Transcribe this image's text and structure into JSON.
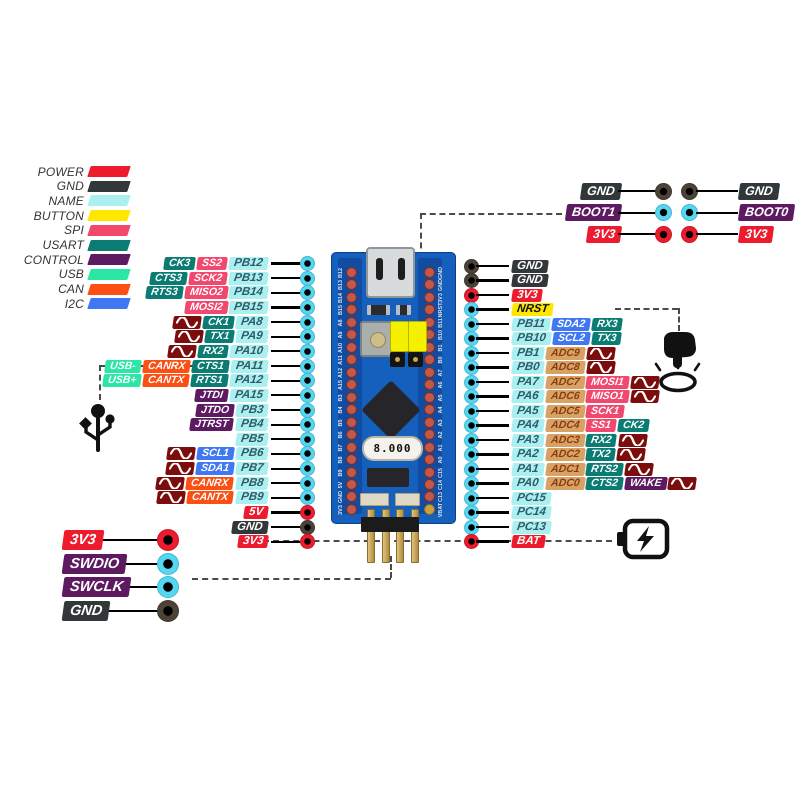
{
  "colors": {
    "power": "#ec1b2e",
    "gnd": "#32383a",
    "name": "#abf0f1",
    "button": "#ffe700",
    "spi": "#f2486d",
    "usart": "#0b7c73",
    "control": "#5d1a61",
    "usb": "#2ce6a6",
    "can": "#fb4f14",
    "i2c": "#4077f3",
    "adc": "#d9a265",
    "pwm": "#7b0d0d",
    "name_text": "#2f5a68",
    "adc_text": "#8a3c0f",
    "dot_gpio": "#55d7f2",
    "dot_power": "#ec1b2e",
    "dot_gnd": "#4c4238",
    "board": "#1660bd",
    "hole": "#c2584a"
  },
  "legend": {
    "items": [
      {
        "label": "POWER",
        "key": "power"
      },
      {
        "label": "GND",
        "key": "gnd"
      },
      {
        "label": "NAME",
        "key": "name"
      },
      {
        "label": "BUTTON",
        "key": "button"
      },
      {
        "label": "SPI",
        "key": "spi"
      },
      {
        "label": "USART",
        "key": "usart"
      },
      {
        "label": "CONTROL",
        "key": "control"
      },
      {
        "label": "USB",
        "key": "usb"
      },
      {
        "label": "CAN",
        "key": "can"
      },
      {
        "label": "I2C",
        "key": "i2c"
      }
    ]
  },
  "left_pins": [
    {
      "pin": {
        "label": "PB12",
        "key": "name"
      },
      "tags": [
        {
          "label": "CK3",
          "key": "usart"
        },
        {
          "label": "SS2",
          "key": "spi"
        }
      ],
      "dot": "gpio"
    },
    {
      "pin": {
        "label": "PB13",
        "key": "name"
      },
      "tags": [
        {
          "label": "CTS3",
          "key": "usart"
        },
        {
          "label": "SCK2",
          "key": "spi"
        }
      ],
      "dot": "gpio"
    },
    {
      "pin": {
        "label": "PB14",
        "key": "name"
      },
      "tags": [
        {
          "label": "RTS3",
          "key": "usart"
        },
        {
          "label": "MISO2",
          "key": "spi"
        }
      ],
      "dot": "gpio"
    },
    {
      "pin": {
        "label": "PB15",
        "key": "name"
      },
      "tags": [
        {
          "label": "MOSI2",
          "key": "spi"
        }
      ],
      "dot": "gpio"
    },
    {
      "pin": {
        "label": "PA8",
        "key": "name"
      },
      "tags": [
        {
          "type": "pwm"
        },
        {
          "label": "CK1",
          "key": "usart"
        }
      ],
      "dot": "gpio"
    },
    {
      "pin": {
        "label": "PA9",
        "key": "name"
      },
      "tags": [
        {
          "type": "pwm"
        },
        {
          "label": "TX1",
          "key": "usart"
        }
      ],
      "dot": "gpio"
    },
    {
      "pin": {
        "label": "PA10",
        "key": "name"
      },
      "tags": [
        {
          "type": "pwm"
        },
        {
          "label": "RX2",
          "key": "usart"
        }
      ],
      "dot": "gpio"
    },
    {
      "pin": {
        "label": "PA11",
        "key": "name"
      },
      "tags": [
        {
          "label": "USB-",
          "key": "usb"
        },
        {
          "label": "CANRX",
          "key": "can"
        },
        {
          "label": "CTS1",
          "key": "usart"
        }
      ],
      "dot": "gpio"
    },
    {
      "pin": {
        "label": "PA12",
        "key": "name"
      },
      "tags": [
        {
          "label": "USB+",
          "key": "usb"
        },
        {
          "label": "CANTX",
          "key": "can"
        },
        {
          "label": "RTS1",
          "key": "usart"
        }
      ],
      "dot": "gpio"
    },
    {
      "pin": {
        "label": "PA15",
        "key": "name"
      },
      "tags": [
        {
          "label": "JTDI",
          "key": "control"
        }
      ],
      "dot": "gpio"
    },
    {
      "pin": {
        "label": "PB3",
        "key": "name"
      },
      "tags": [
        {
          "label": "JTDO",
          "key": "control"
        }
      ],
      "dot": "gpio"
    },
    {
      "pin": {
        "label": "PB4",
        "key": "name"
      },
      "tags": [
        {
          "label": "JTRST",
          "key": "control"
        }
      ],
      "dot": "gpio"
    },
    {
      "pin": {
        "label": "PB5",
        "key": "name"
      },
      "tags": [],
      "dot": "gpio"
    },
    {
      "pin": {
        "label": "PB6",
        "key": "name"
      },
      "tags": [
        {
          "type": "pwm"
        },
        {
          "label": "SCL1",
          "key": "i2c"
        }
      ],
      "dot": "gpio"
    },
    {
      "pin": {
        "label": "PB7",
        "key": "name"
      },
      "tags": [
        {
          "type": "pwm"
        },
        {
          "label": "SDA1",
          "key": "i2c"
        }
      ],
      "dot": "gpio"
    },
    {
      "pin": {
        "label": "PB8",
        "key": "name"
      },
      "tags": [
        {
          "type": "pwm"
        },
        {
          "label": "CANRX",
          "key": "can"
        }
      ],
      "dot": "gpio"
    },
    {
      "pin": {
        "label": "PB9",
        "key": "name"
      },
      "tags": [
        {
          "type": "pwm"
        },
        {
          "label": "CANTX",
          "key": "can"
        }
      ],
      "dot": "gpio"
    },
    {
      "pin": {
        "label": "5V",
        "key": "power"
      },
      "tags": [],
      "dot": "power"
    },
    {
      "pin": {
        "label": "GND",
        "key": "gnd"
      },
      "tags": [],
      "dot": "gnd"
    },
    {
      "pin": {
        "label": "3V3",
        "key": "power"
      },
      "tags": [],
      "dot": "power"
    }
  ],
  "right_pins": [
    {
      "pin": {
        "label": "GND",
        "key": "gnd"
      },
      "tags": [],
      "dot": "gnd"
    },
    {
      "pin": {
        "label": "GND",
        "key": "gnd"
      },
      "tags": [],
      "dot": "gnd"
    },
    {
      "pin": {
        "label": "3V3",
        "key": "power"
      },
      "tags": [],
      "dot": "power"
    },
    {
      "pin": {
        "label": "NRST",
        "key": "button"
      },
      "tags": [],
      "dot": "gpio"
    },
    {
      "pin": {
        "label": "PB11",
        "key": "name"
      },
      "tags": [
        {
          "label": "SDA2",
          "key": "i2c"
        },
        {
          "label": "RX3",
          "key": "usart"
        }
      ],
      "dot": "gpio"
    },
    {
      "pin": {
        "label": "PB10",
        "key": "name"
      },
      "tags": [
        {
          "label": "SCL2",
          "key": "i2c"
        },
        {
          "label": "TX3",
          "key": "usart"
        }
      ],
      "dot": "gpio"
    },
    {
      "pin": {
        "label": "PB1",
        "key": "name"
      },
      "tags": [
        {
          "label": "ADC9",
          "key": "adc"
        },
        {
          "type": "pwm"
        }
      ],
      "dot": "gpio"
    },
    {
      "pin": {
        "label": "PB0",
        "key": "name"
      },
      "tags": [
        {
          "label": "ADC8",
          "key": "adc"
        },
        {
          "type": "pwm"
        }
      ],
      "dot": "gpio"
    },
    {
      "pin": {
        "label": "PA7",
        "key": "name"
      },
      "tags": [
        {
          "label": "ADC7",
          "key": "adc"
        },
        {
          "label": "MOSI1",
          "key": "spi"
        },
        {
          "type": "pwm"
        }
      ],
      "dot": "gpio"
    },
    {
      "pin": {
        "label": "PA6",
        "key": "name"
      },
      "tags": [
        {
          "label": "ADC6",
          "key": "adc"
        },
        {
          "label": "MISO1",
          "key": "spi"
        },
        {
          "type": "pwm"
        }
      ],
      "dot": "gpio"
    },
    {
      "pin": {
        "label": "PA5",
        "key": "name"
      },
      "tags": [
        {
          "label": "ADC5",
          "key": "adc"
        },
        {
          "label": "SCK1",
          "key": "spi"
        }
      ],
      "dot": "gpio"
    },
    {
      "pin": {
        "label": "PA4",
        "key": "name"
      },
      "tags": [
        {
          "label": "ADC4",
          "key": "adc"
        },
        {
          "label": "SS1",
          "key": "spi"
        },
        {
          "label": "CK2",
          "key": "usart"
        }
      ],
      "dot": "gpio"
    },
    {
      "pin": {
        "label": "PA3",
        "key": "name"
      },
      "tags": [
        {
          "label": "ADC3",
          "key": "adc"
        },
        {
          "label": "RX2",
          "key": "usart"
        },
        {
          "type": "pwm"
        }
      ],
      "dot": "gpio"
    },
    {
      "pin": {
        "label": "PA2",
        "key": "name"
      },
      "tags": [
        {
          "label": "ADC2",
          "key": "adc"
        },
        {
          "label": "TX2",
          "key": "usart"
        },
        {
          "type": "pwm"
        }
      ],
      "dot": "gpio"
    },
    {
      "pin": {
        "label": "PA1",
        "key": "name"
      },
      "tags": [
        {
          "label": "ADC1",
          "key": "adc"
        },
        {
          "label": "RTS2",
          "key": "usart"
        },
        {
          "type": "pwm"
        }
      ],
      "dot": "gpio"
    },
    {
      "pin": {
        "label": "PA0",
        "key": "name"
      },
      "tags": [
        {
          "label": "ADC0",
          "key": "adc"
        },
        {
          "label": "CTS2",
          "key": "usart"
        },
        {
          "label": "WAKE",
          "key": "control"
        },
        {
          "type": "pwm"
        }
      ],
      "dot": "gpio"
    },
    {
      "pin": {
        "label": "PC15",
        "key": "name"
      },
      "tags": [],
      "dot": "gpio"
    },
    {
      "pin": {
        "label": "PC14",
        "key": "name"
      },
      "tags": [],
      "dot": "gpio"
    },
    {
      "pin": {
        "label": "PC13",
        "key": "name"
      },
      "tags": [],
      "dot": "gpio"
    },
    {
      "pin": {
        "label": "BAT",
        "key": "power"
      },
      "tags": [],
      "dot": "power"
    }
  ],
  "boot_block": {
    "rows": [
      {
        "left": {
          "label": "GND",
          "key": "gnd"
        },
        "right": {
          "label": "GND",
          "key": "gnd"
        },
        "dot": "gnd"
      },
      {
        "left": {
          "label": "BOOT1",
          "key": "control"
        },
        "right": {
          "label": "BOOT0",
          "key": "control"
        },
        "dot": "gpio"
      },
      {
        "left": {
          "label": "3V3",
          "key": "power"
        },
        "right": {
          "label": "3V3",
          "key": "power"
        },
        "dot": "power"
      }
    ]
  },
  "swd_block": {
    "rows": [
      {
        "label": "3V3",
        "key": "power",
        "dot": "power"
      },
      {
        "label": "SWDIO",
        "key": "control",
        "dot": "gpio"
      },
      {
        "label": "SWCLK",
        "key": "control",
        "dot": "gpio"
      },
      {
        "label": "GND",
        "key": "gnd",
        "dot": "gnd"
      }
    ]
  },
  "board": {
    "crystal": "8.000",
    "silk_left": [
      "B12",
      "B13",
      "B14",
      "B15",
      "A8",
      "A9",
      "A10",
      "A11",
      "A12",
      "A15",
      "B3",
      "B4",
      "B5",
      "B6",
      "B7",
      "B8",
      "B9",
      "5V",
      "GND",
      "3V3"
    ],
    "silk_right": [
      "GND",
      "GND",
      "3V3",
      "NRST",
      "B11",
      "B10",
      "B1",
      "B0",
      "A7",
      "A6",
      "A5",
      "A4",
      "A3",
      "A2",
      "A1",
      "A0",
      "C15",
      "C14",
      "C13",
      "VBAT"
    ]
  },
  "icons": {
    "usb": "usb-icon",
    "reset_touch": "touch-press-icon",
    "battery": "battery-icon",
    "pwm": "pwm-wave-icon"
  }
}
